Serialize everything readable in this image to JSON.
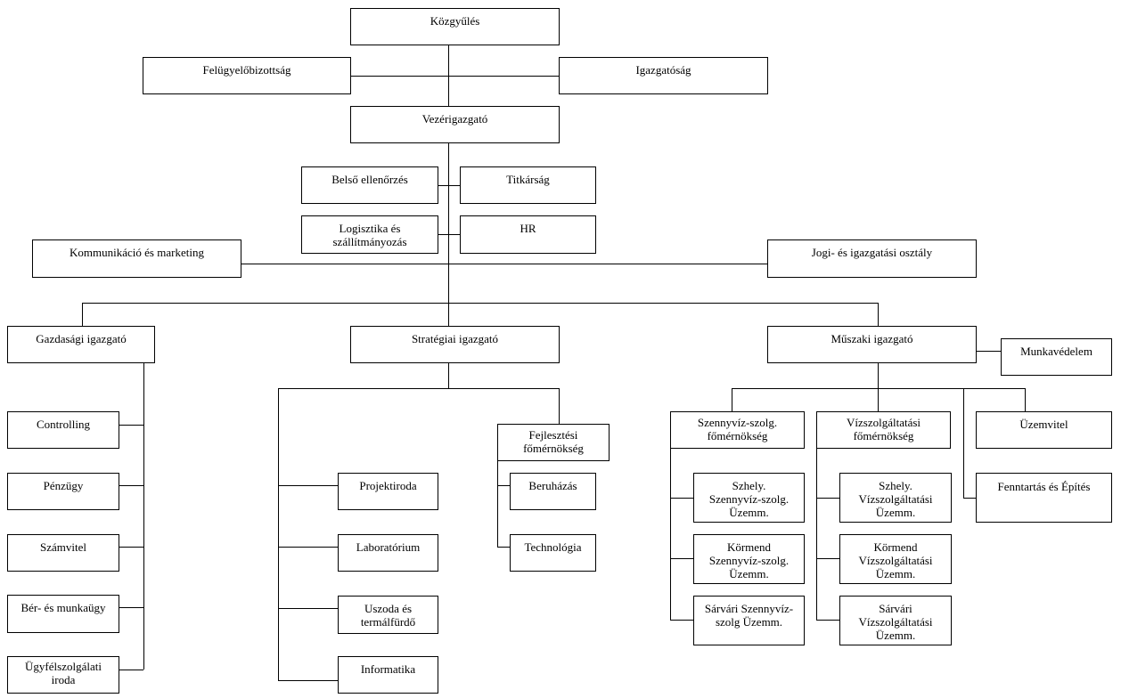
{
  "org_chart": {
    "boxes": {
      "kozgyules": "Közgyűlés",
      "felugyelobizottsag": "Felügyelőbizottság",
      "igazgatosag": "Igazgatóság",
      "vezerigazgato": "Vezérigazgató",
      "belso_ellenorzes": "Belső ellenőrzés",
      "titkarsag": "Titkárság",
      "logisztika_1": "Logisztika és",
      "logisztika_2": "szállítmányozás",
      "hr": "HR",
      "kommunikacio": "Kommunikáció és marketing",
      "jogi": "Jogi- és igazgatási osztály",
      "gazdasagi_igazgato": "Gazdasági igazgató",
      "strategiai_igazgato": "Stratégiai igazgató",
      "muszaki_igazgato": "Műszaki igazgató",
      "munkavedelem": "Munkavédelem",
      "controlling": "Controlling",
      "penzugy": "Pénzügy",
      "szamvitel": "Számvitel",
      "ber_munkaugy": "Bér- és munkaügy",
      "ugyfelszolgalati_1": "Ügyfélszolgálati",
      "ugyfelszolgalati_2": "iroda",
      "projektiroda": "Projektiroda",
      "laboratorium": "Laboratórium",
      "uszoda_1": "Uszoda és",
      "uszoda_2": "termálfürdő",
      "informatika": "Informatika",
      "fejlesztesi_1": "Fejlesztési",
      "fejlesztesi_2": "főmérnökség",
      "beruhazas": "Beruházás",
      "technologia": "Technológia",
      "szennyviz_fom_1": "Szennyvíz-szolg.",
      "szennyviz_fom_2": "főmérnökség",
      "viz_fom_1": "Vízszolgáltatási",
      "viz_fom_2": "főmérnökség",
      "uzemvitel": "Üzemvitel",
      "fenntartas": "Fenntartás és Építés",
      "szhely_szv_1": "Szhely.",
      "szhely_szv_2": "Szennyvíz-szolg.",
      "szhely_szv_3": "Üzemm.",
      "kormend_szv_1": "Körmend",
      "kormend_szv_2": "Szennyvíz-szolg.",
      "kormend_szv_3": "Üzemm.",
      "sarvari_szv_1": "Sárvári Szennyvíz-",
      "sarvari_szv_2": "szolg Üzemm.",
      "szhely_viz_1": "Szhely.",
      "szhely_viz_2": "Vízszolgáltatási",
      "szhely_viz_3": "Üzemm.",
      "kormend_viz_1": "Körmend",
      "kormend_viz_2": "Vízszolgáltatási",
      "kormend_viz_3": "Üzemm.",
      "sarvari_viz_1": "Sárvári",
      "sarvari_viz_2": "Vízszolgáltatási",
      "sarvari_viz_3": "Üzemm."
    }
  }
}
